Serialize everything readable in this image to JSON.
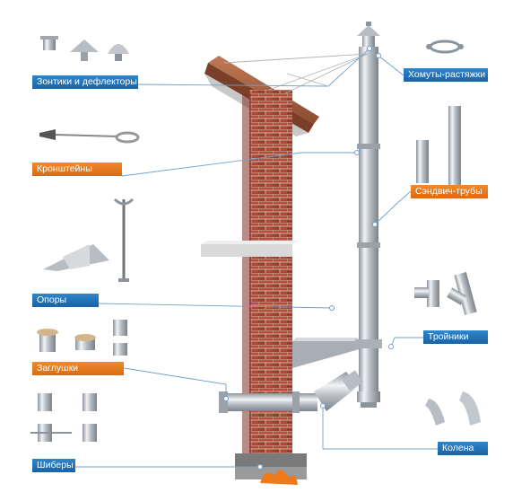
{
  "labels": {
    "umbrellas": "Зонтики и дефлекторы",
    "brackets": "Кронштейны",
    "supports": "Опоры",
    "caps": "Заглушки",
    "dampers": "Шиберы",
    "clamps": "Хомуты-растяжки",
    "sandwich_pipes": "Сэндвич-трубы",
    "tees": "Тройники",
    "elbows": "Колена"
  },
  "colors": {
    "label_blue": "#1f6fb3",
    "label_orange": "#e67a1e",
    "brick": "#9a3b2a",
    "steel": "#c9ced3",
    "leader": "#7aa9d3"
  },
  "icons": {
    "dot": "leader-dot-icon"
  }
}
